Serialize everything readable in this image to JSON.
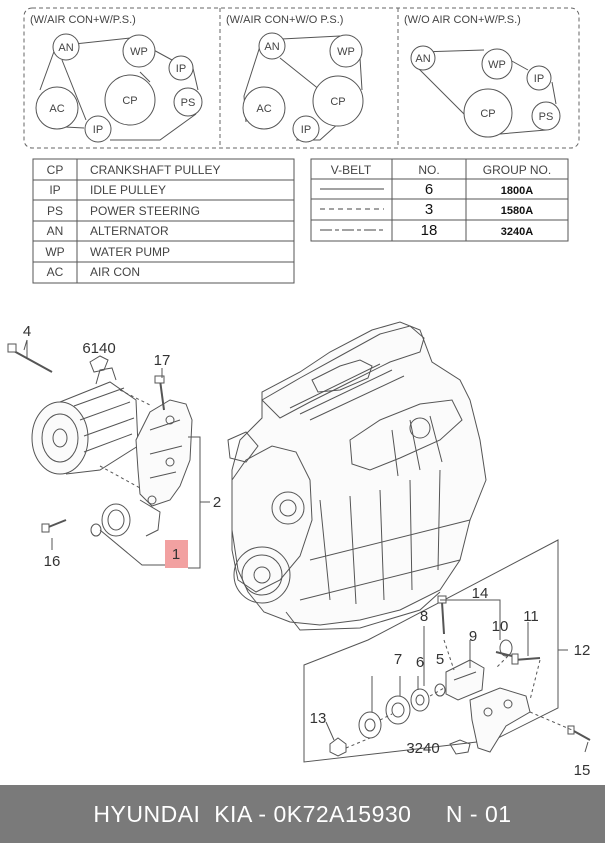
{
  "belt_diagrams": [
    {
      "title": "(W/AIR CON+W/P.S.)",
      "pulleys": [
        "AN",
        "WP",
        "IP",
        "CP",
        "PS",
        "AC",
        "IP"
      ]
    },
    {
      "title": "(W/AIR CON+W/O P.S.)",
      "pulleys": [
        "AN",
        "WP",
        "CP",
        "AC",
        "IP"
      ]
    },
    {
      "title": "(W/O AIR CON+W/P.S.)",
      "pulleys": [
        "AN",
        "WP",
        "IP",
        "CP",
        "PS"
      ]
    }
  ],
  "legend": [
    {
      "code": "CP",
      "name": "CRANKSHAFT PULLEY"
    },
    {
      "code": "IP",
      "name": "IDLE PULLEY"
    },
    {
      "code": "PS",
      "name": "POWER STEERING"
    },
    {
      "code": "AN",
      "name": "ALTERNATOR"
    },
    {
      "code": "WP",
      "name": "WATER PUMP"
    },
    {
      "code": "AC",
      "name": "AIR CON"
    }
  ],
  "vbelt_table": {
    "headers": [
      "V-BELT",
      "NO.",
      "GROUP NO."
    ],
    "rows": [
      {
        "line_style": "solid",
        "no": "6",
        "group": "1800A"
      },
      {
        "line_style": "dashed",
        "no": "3",
        "group": "1580A"
      },
      {
        "line_style": "dash-dot",
        "no": "18",
        "group": "3240A"
      }
    ]
  },
  "callouts": {
    "c4": "4",
    "c6140": "6140",
    "c17": "17",
    "c2": "2",
    "c16": "16",
    "c1": "1",
    "c14": "14",
    "c8": "8",
    "c10": "10",
    "c11": "11",
    "c9": "9",
    "c12": "12",
    "c5": "5",
    "c7": "7",
    "c6": "6",
    "c13": "13",
    "c3240": "3240",
    "c15": "15"
  },
  "colors": {
    "highlight": "#f2a1a1",
    "footer_bg": "#7a7a7a",
    "footer_text": "#ffffff"
  },
  "footer": {
    "text": "HYUNDAI  KIA - 0K72A15930     N - 01"
  }
}
